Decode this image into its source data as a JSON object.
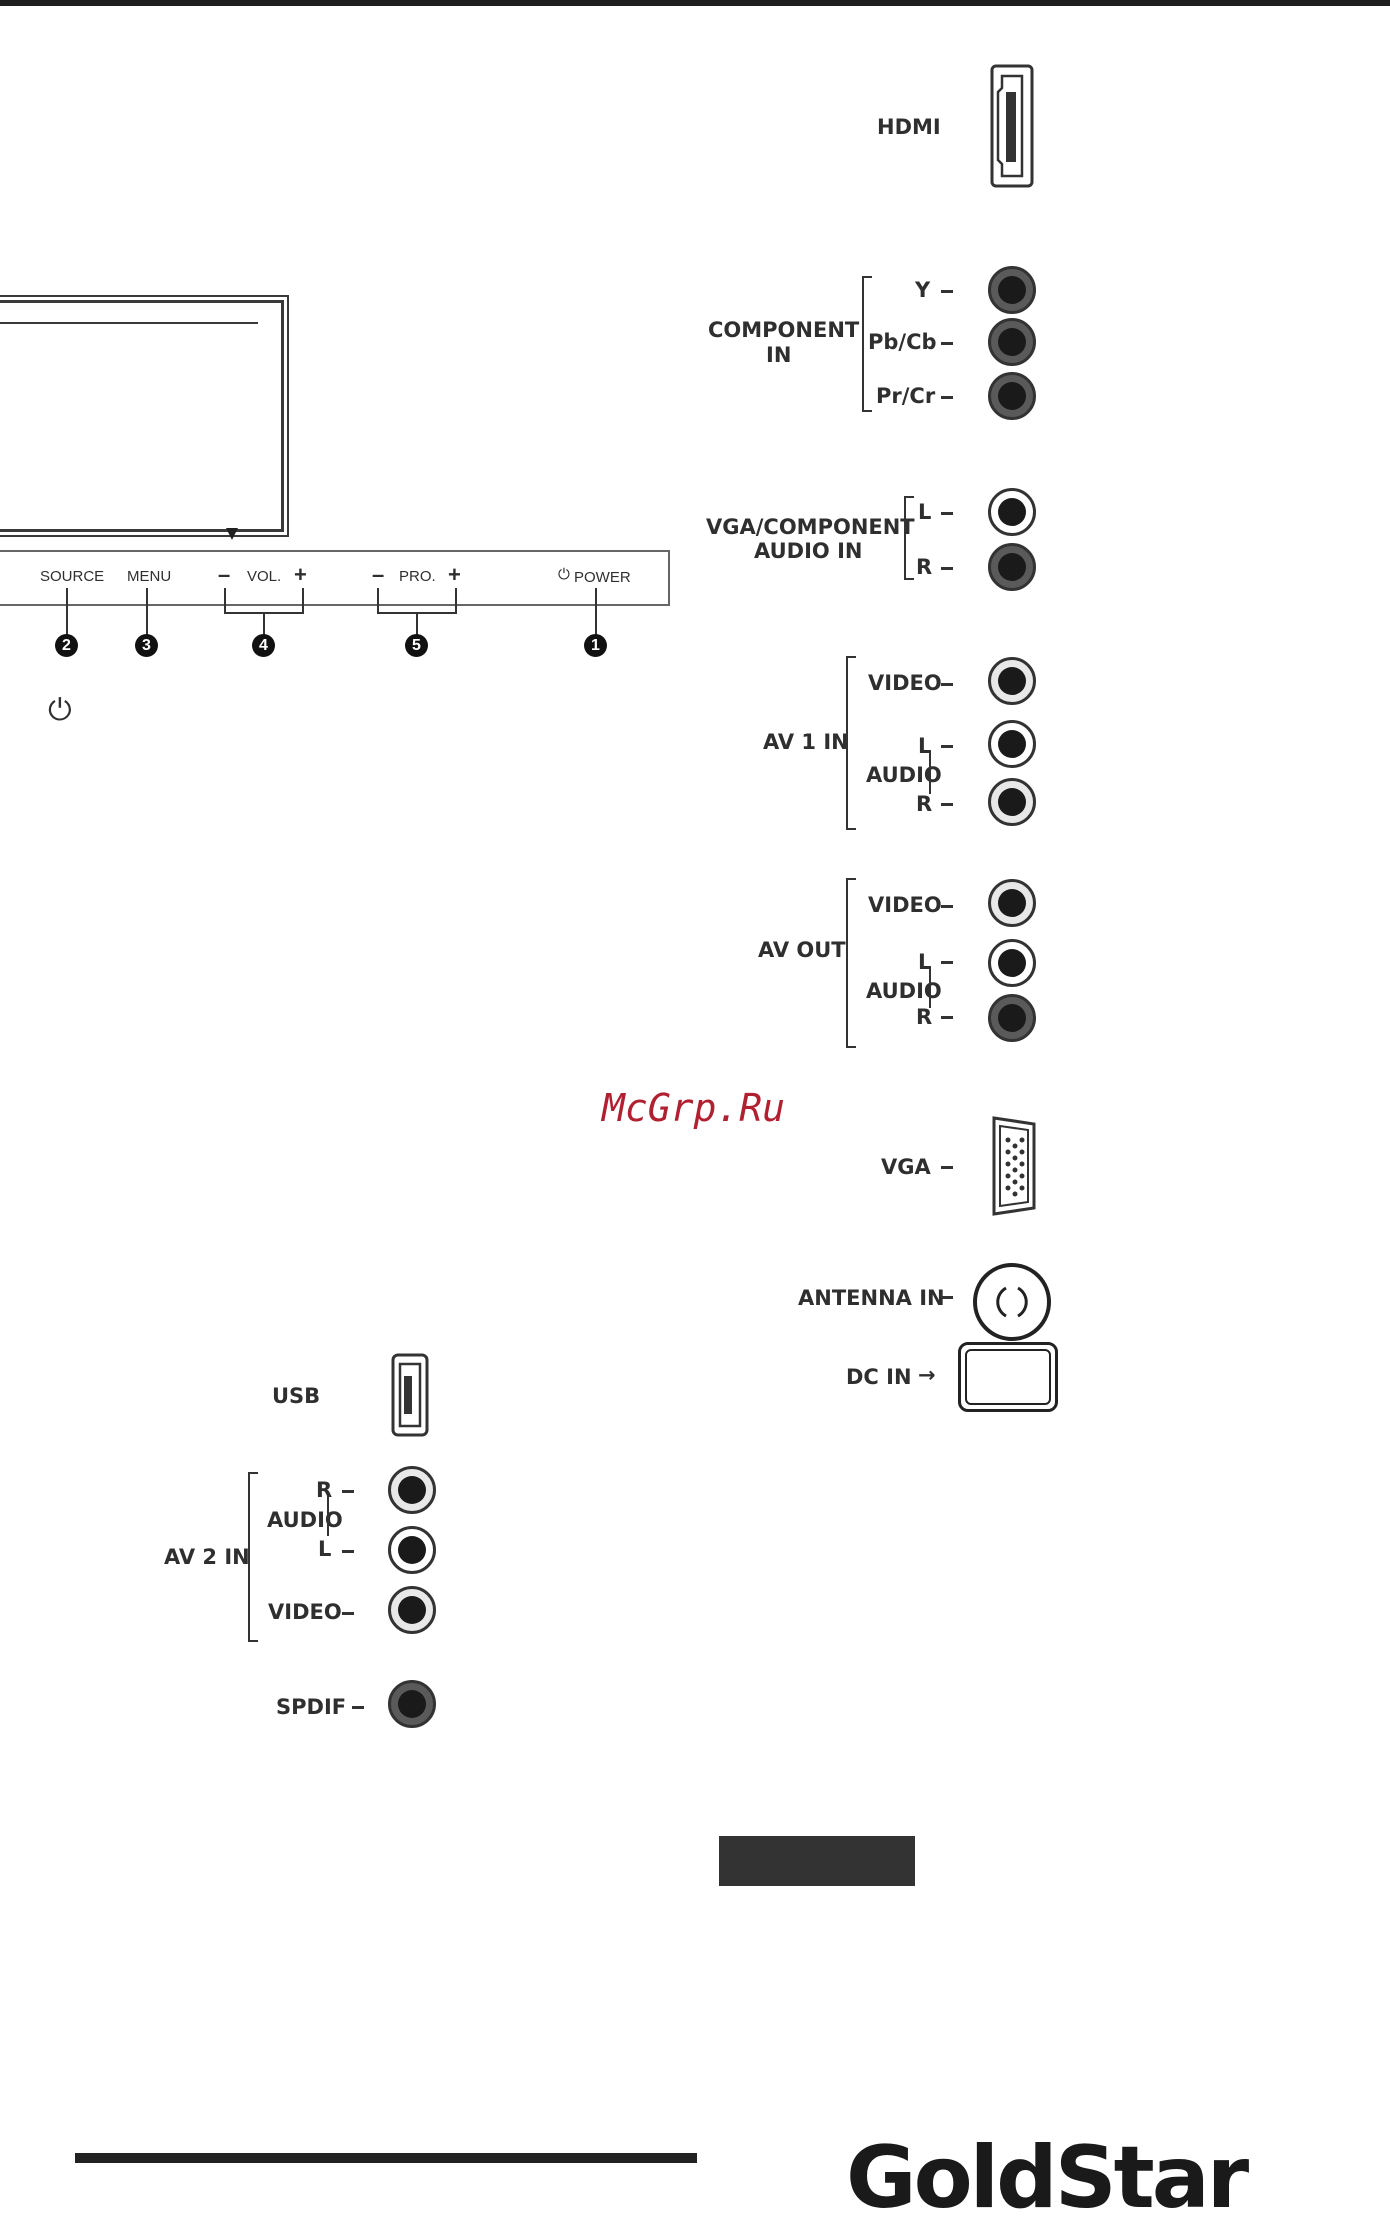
{
  "panel": {
    "source": "SOURCE",
    "menu": "MENU",
    "vol_minus": "–",
    "vol": "VOL.",
    "vol_plus": "+",
    "pro_minus": "–",
    "pro": "PRO.",
    "pro_plus": "+",
    "power": "POWER",
    "markers": [
      "2",
      "3",
      "4",
      "5",
      "1"
    ]
  },
  "connectors_right": {
    "hdmi": "HDMI",
    "component_in": [
      "COMPONENT",
      "IN"
    ],
    "component_ports": [
      "Y",
      "Pb/Cb",
      "Pr/Cr"
    ],
    "vga_component_audio": [
      "VGA/COMPONENT",
      "AUDIO IN"
    ],
    "vga_audio_ports": [
      "L",
      "R"
    ],
    "av1_in": "AV 1 IN",
    "av_out": "AV OUT",
    "video": "VIDEO",
    "audio": "AUDIO",
    "l": "L",
    "r": "R",
    "vga": "VGA",
    "antenna_in": "ANTENNA IN",
    "dc_in": "DC IN"
  },
  "connectors_left": {
    "usb": "USB",
    "av2_in": "AV 2 IN",
    "r": "R",
    "audio": "AUDIO",
    "l": "L",
    "video": "VIDEO",
    "spdif": "SPDIF"
  },
  "watermark": "McGrp.Ru",
  "brand": "GoldStar"
}
